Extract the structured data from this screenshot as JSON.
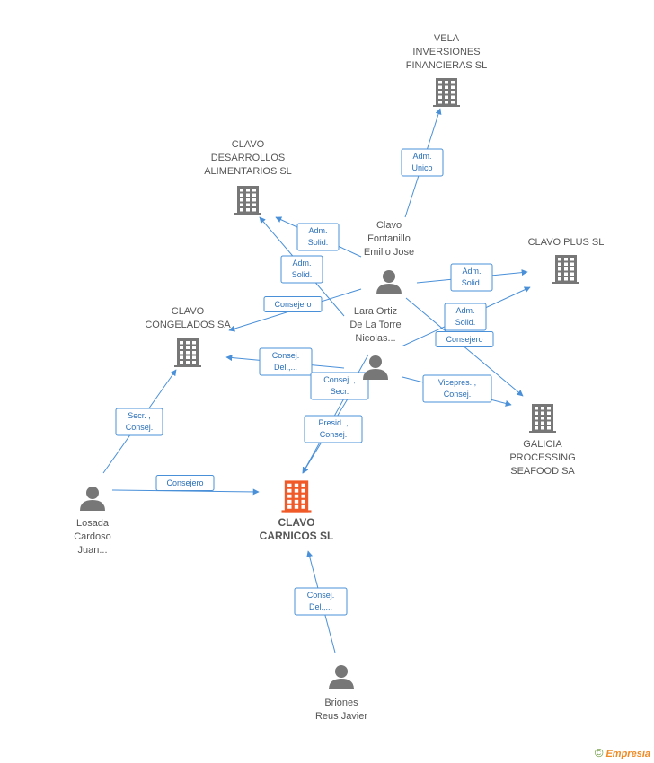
{
  "colors": {
    "edge": "#4a90d9",
    "company": "#777777",
    "focus": "#f05a28",
    "person": "#777777"
  },
  "companies": [
    {
      "id": "vela",
      "lines": [
        "VELA",
        "INVERSIONES",
        "FINANCIERAS SL"
      ]
    },
    {
      "id": "desarrollos",
      "lines": [
        "CLAVO",
        "DESARROLLOS",
        "ALIMENTARIOS SL"
      ]
    },
    {
      "id": "plus",
      "lines": [
        "CLAVO PLUS SL"
      ]
    },
    {
      "id": "congelados",
      "lines": [
        "CLAVO",
        "CONGELADOS SA"
      ]
    },
    {
      "id": "galicia",
      "lines": [
        "GALICIA",
        "PROCESSING",
        "SEAFOOD SA"
      ]
    },
    {
      "id": "carnicos",
      "lines": [
        "CLAVO",
        "CARNICOS SL"
      ],
      "focus": true
    }
  ],
  "persons": [
    {
      "id": "fontanillo",
      "lines": [
        "Clavo",
        "Fontanillo",
        "Emilio Jose"
      ]
    },
    {
      "id": "lara",
      "lines": [
        "Lara Ortiz",
        "De La Torre",
        "Nicolas..."
      ]
    },
    {
      "id": "losada",
      "lines": [
        "Losada",
        "Cardoso",
        "Juan..."
      ]
    },
    {
      "id": "briones",
      "lines": [
        "Briones",
        "Reus Javier"
      ]
    }
  ],
  "edges": [
    {
      "id": "e1",
      "lines": [
        "Adm.",
        "Unico"
      ]
    },
    {
      "id": "e2",
      "lines": [
        "Adm.",
        "Solid."
      ]
    },
    {
      "id": "e3",
      "lines": [
        "Adm.",
        "Solid."
      ]
    },
    {
      "id": "e4",
      "lines": [
        "Consejero"
      ]
    },
    {
      "id": "e5",
      "lines": [
        "Adm.",
        "Solid."
      ]
    },
    {
      "id": "e6",
      "lines": [
        "Adm.",
        "Solid."
      ]
    },
    {
      "id": "e7",
      "lines": [
        "Consejero"
      ]
    },
    {
      "id": "e8",
      "lines": [
        "Consej.",
        "Del.,..."
      ]
    },
    {
      "id": "e9",
      "lines": [
        "Consej. ,",
        "Secr."
      ]
    },
    {
      "id": "e10",
      "lines": [
        "Presid. ,",
        "Consej."
      ]
    },
    {
      "id": "e11",
      "lines": [
        "Vicepres. ,",
        "Consej."
      ]
    },
    {
      "id": "e12",
      "lines": [
        "Secr. ,",
        "Consej."
      ]
    },
    {
      "id": "e13",
      "lines": [
        "Consejero"
      ]
    },
    {
      "id": "e14",
      "lines": [
        "Consej.",
        "Del.,..."
      ]
    }
  ],
  "footer": {
    "copyright": "©",
    "brand": "Empresia"
  }
}
